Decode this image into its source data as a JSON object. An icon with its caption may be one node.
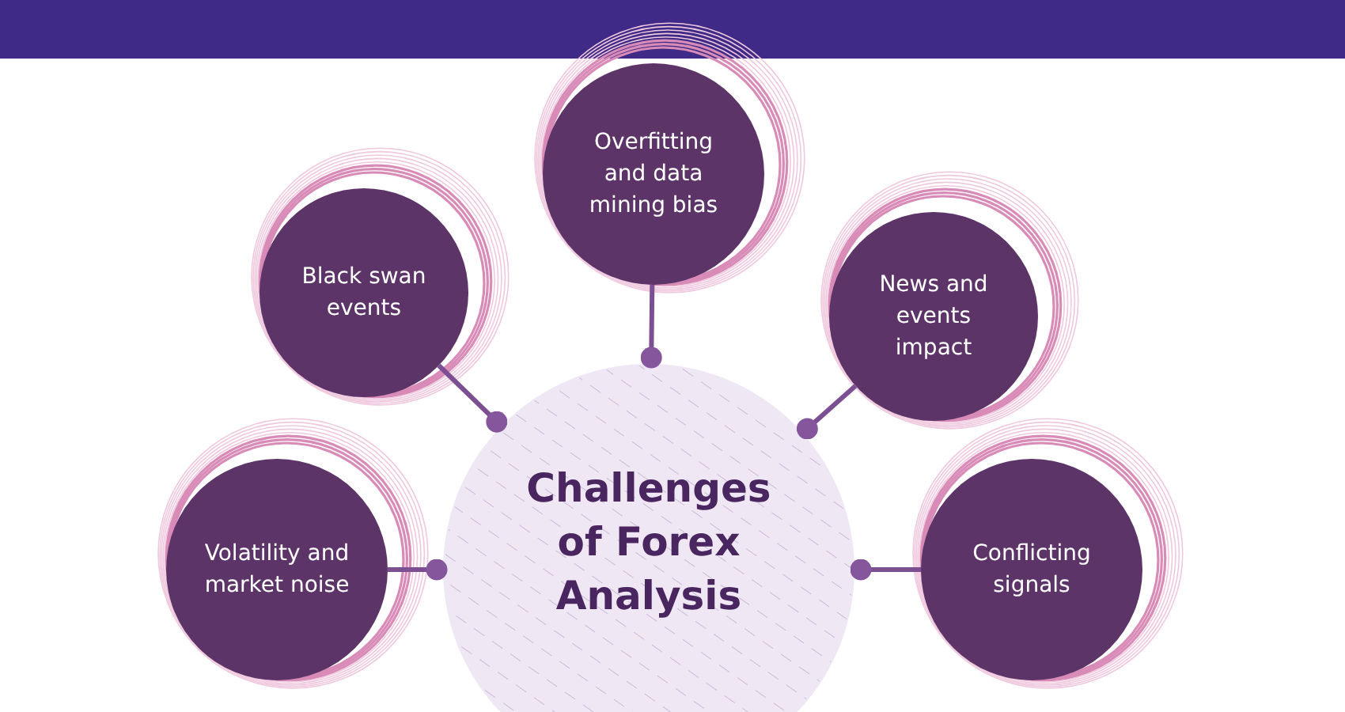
{
  "diagram": {
    "nodes": [
      {
        "text": [
          "Challenges of Forex Analysis"
        ]
      },
      {
        "text": [
          "Overfitting and data mining bias"
        ]
      },
      {
        "text": [
          "Black swan events"
        ]
      },
      {
        "text": [
          "News and events impact"
        ]
      },
      {
        "text": [
          "Volatility and market noise"
        ]
      },
      {
        "text": [
          "Conflicting signals"
        ]
      }
    ],
    "edges": [
      {
        "from": 1,
        "to": 0,
        "arrow": "other"
      },
      {
        "from": 2,
        "to": 0,
        "arrow": "other"
      },
      {
        "from": 3,
        "to": 0,
        "arrow": "other"
      },
      {
        "from": 4,
        "to": 0,
        "arrow": "other"
      },
      {
        "from": 5,
        "to": 0,
        "arrow": "other"
      }
    ]
  }
}
